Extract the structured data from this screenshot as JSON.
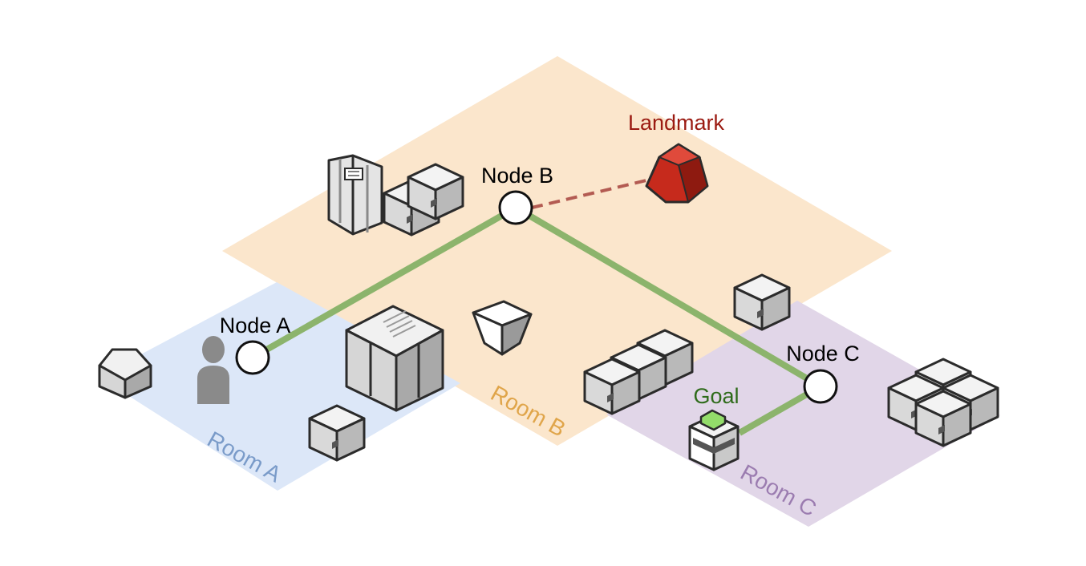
{
  "rooms": [
    {
      "id": "a",
      "label": "Room A",
      "color": "#dce7f8",
      "label_color": "#7a9bc9"
    },
    {
      "id": "b",
      "label": "Room B",
      "color": "#fbe6cc",
      "label_color": "#e0a54a"
    },
    {
      "id": "c",
      "label": "Room C",
      "color": "#e1d6e8",
      "label_color": "#9b7cb0"
    }
  ],
  "nodes": [
    {
      "id": "a",
      "label": "Node A"
    },
    {
      "id": "b",
      "label": "Node B"
    },
    {
      "id": "c",
      "label": "Node C"
    }
  ],
  "landmark": {
    "label": "Landmark",
    "color": "#c62a1c",
    "label_color": "#9b1b12"
  },
  "goal": {
    "label": "Goal",
    "color": "#93dd6a",
    "label_color": "#2e6b1a"
  },
  "edge_colors": {
    "path": "#8cb46c",
    "landmark_link": "#b35b52"
  },
  "icons": [
    "person-icon",
    "landmark-icon",
    "goal-icon",
    "box-icon",
    "cabinet-icon",
    "appliance-icon",
    "bin-icon",
    "sink-icon"
  ]
}
